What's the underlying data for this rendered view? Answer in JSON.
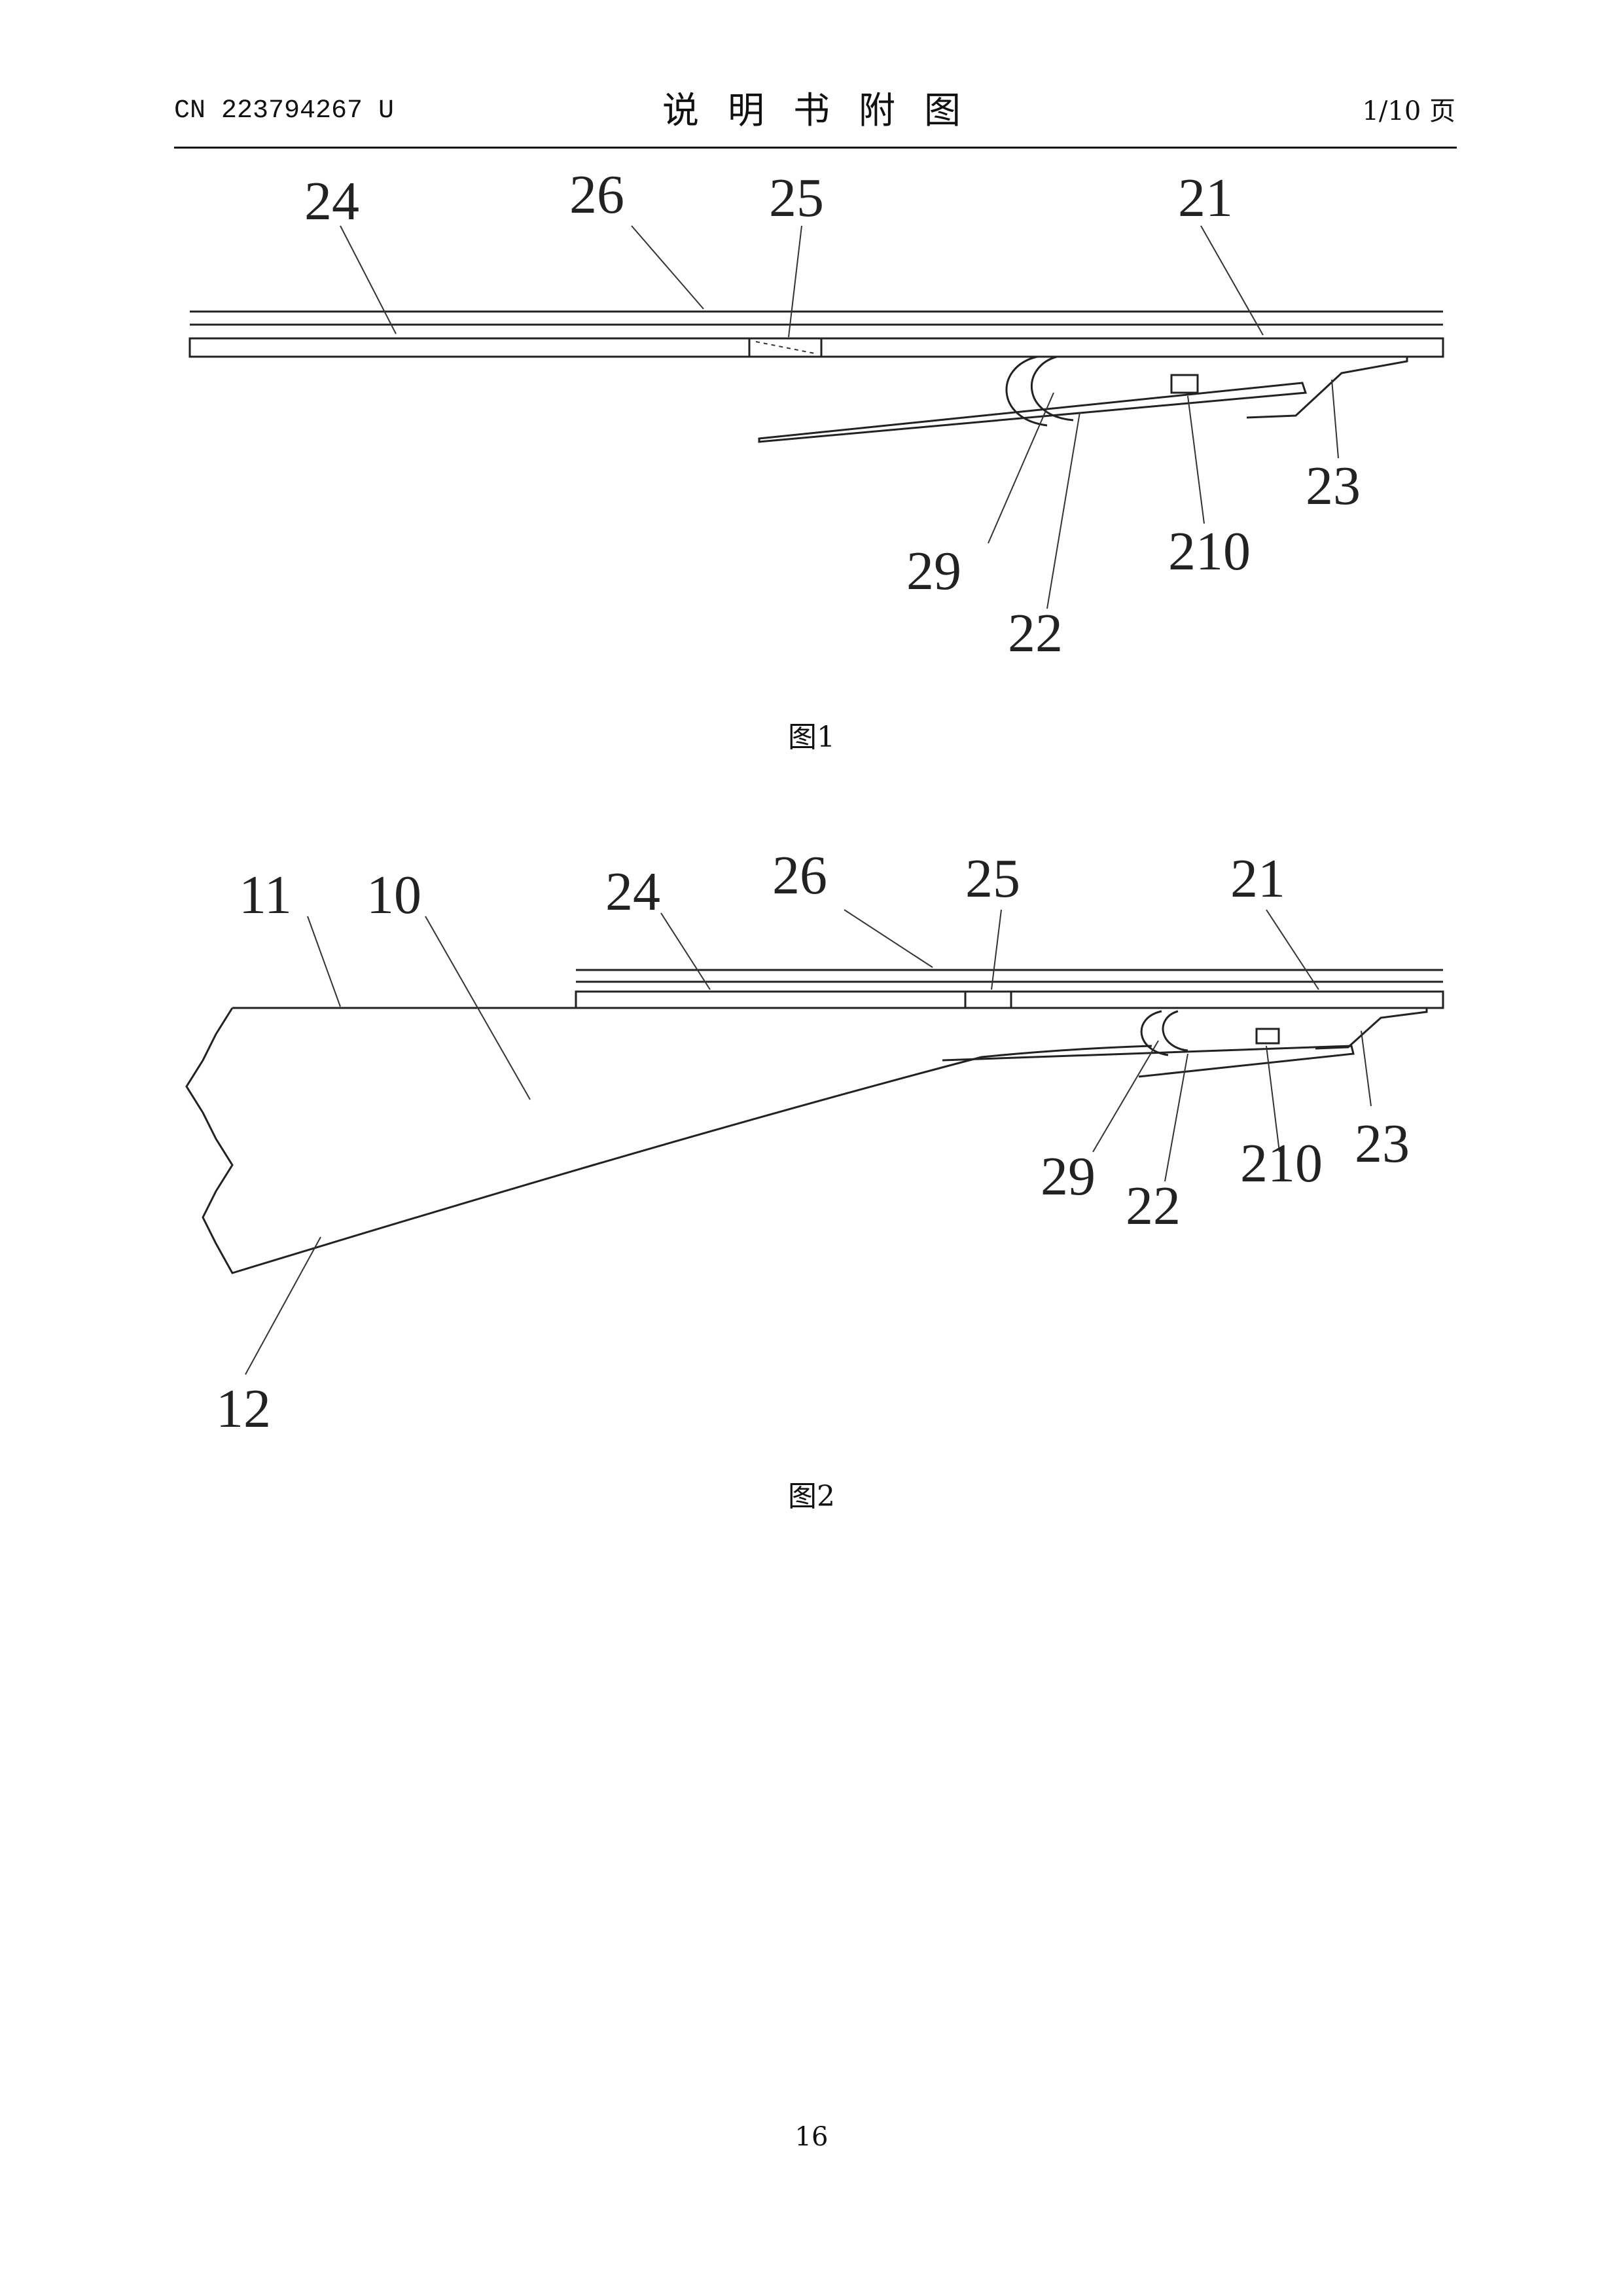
{
  "header": {
    "doc_number": "CN 223794267 U",
    "title": "说明书附图",
    "page": "1/10 页"
  },
  "figure1": {
    "caption": "图1",
    "labels": {
      "l24": "24",
      "l26": "26",
      "l25": "25",
      "l21": "21",
      "l23": "23",
      "l29": "29",
      "l22": "22",
      "l210": "210"
    }
  },
  "figure2": {
    "caption": "图2",
    "labels": {
      "l11": "11",
      "l10": "10",
      "l24": "24",
      "l26": "26",
      "l25": "25",
      "l21": "21",
      "l23": "23",
      "l29": "29",
      "l22": "22",
      "l210": "210",
      "l12": "12"
    }
  },
  "footer": {
    "page_number": "16"
  }
}
